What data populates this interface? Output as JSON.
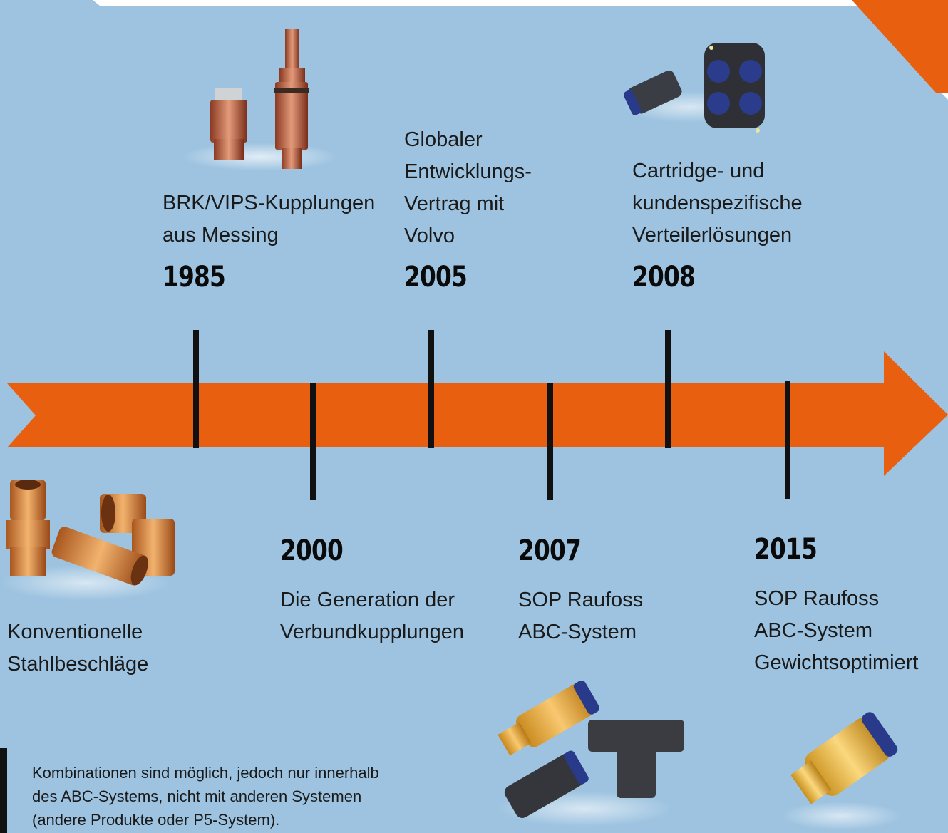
{
  "colors": {
    "background": "#9dc3e0",
    "arrow": "#e8600f",
    "ticks": "#111111"
  },
  "timeline": {
    "events": [
      {
        "year": "1985",
        "lines": [
          "BRK/VIPS-Kupplungen",
          "aus Messing"
        ],
        "side": "above"
      },
      {
        "year": "2000",
        "lines": [
          "Die Generation der",
          "Verbundkupplungen"
        ],
        "side": "below"
      },
      {
        "year": "2005",
        "lines": [
          "Globaler",
          "Entwicklungs-",
          "Vertrag mit",
          "Volvo"
        ],
        "side": "above"
      },
      {
        "year": "2007",
        "lines": [
          "SOP Raufoss",
          "ABC-System"
        ],
        "side": "below"
      },
      {
        "year": "2008",
        "lines": [
          "Cartridge- und",
          "kundenspezifische",
          "Verteilerlösungen"
        ],
        "side": "above"
      },
      {
        "year": "2015",
        "lines": [
          "SOP Raufoss",
          "ABC-System",
          "Gewichtsoptimiert"
        ],
        "side": "below"
      }
    ]
  },
  "intro": {
    "lines": [
      "Konventionelle",
      "Stahlbeschläge"
    ]
  },
  "footnote": {
    "lines": [
      "Kombinationen sind möglich, jedoch nur innerhalb",
      "des ABC-Systems, nicht mit anderen Systemen",
      "(andere Produkte oder P5-System)."
    ]
  }
}
